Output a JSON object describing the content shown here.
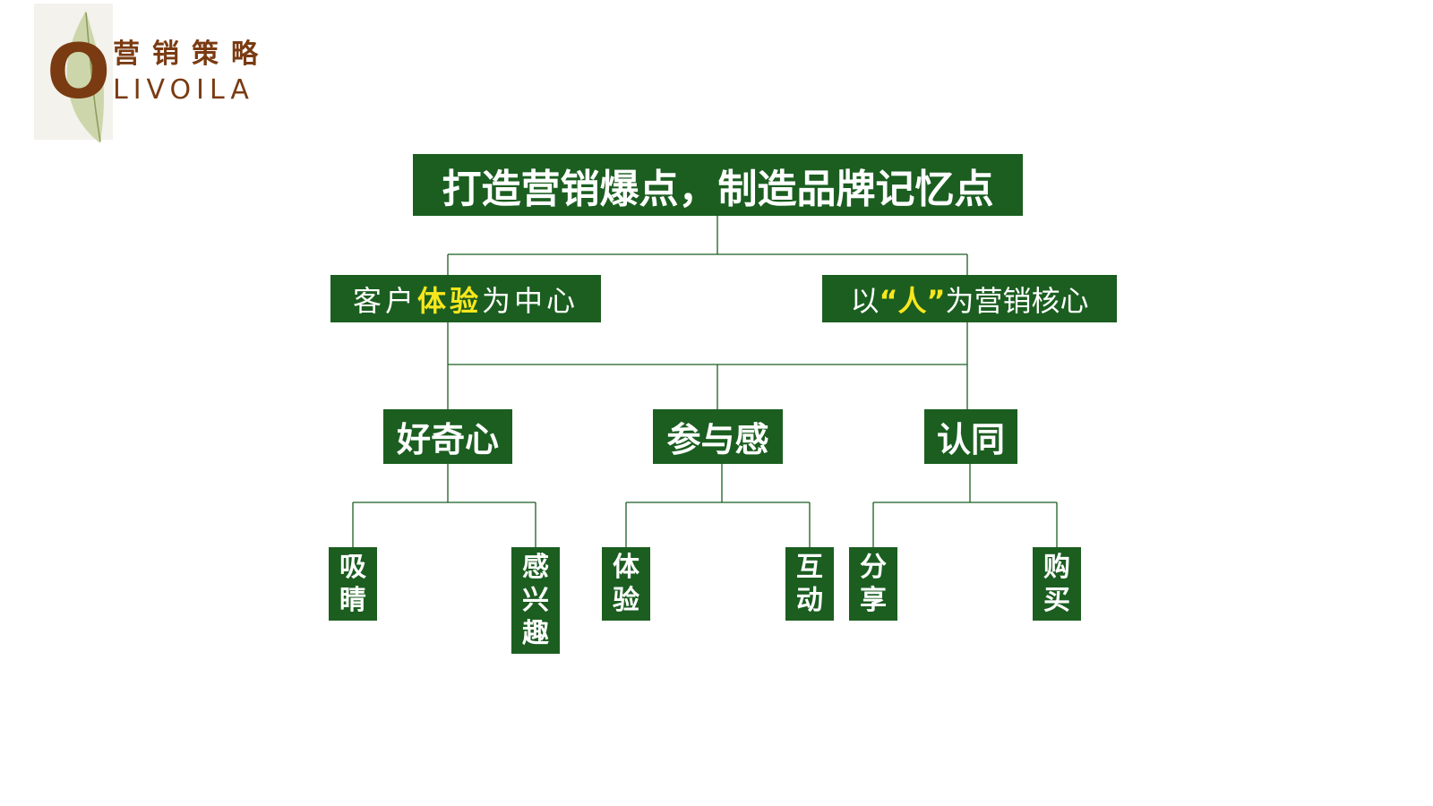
{
  "logo": {
    "letter": "O",
    "title_cn": "营销策略",
    "title_en": "LIVOILA"
  },
  "diagram": {
    "root": "打造营销爆点，制造品牌记忆点",
    "level1": {
      "left": {
        "pre": "客户",
        "highlight": "体验",
        "post": "为中心"
      },
      "right": {
        "pre": "以",
        "highlight": "“人”",
        "post": "为营销核心"
      }
    },
    "level2": [
      "好奇心",
      "参与感",
      "认同"
    ],
    "leaves": [
      [
        "吸",
        "睛"
      ],
      [
        "感",
        "兴",
        "趣"
      ],
      [
        "体",
        "验"
      ],
      [
        "互",
        "动"
      ],
      [
        "分",
        "享"
      ],
      [
        "购",
        "买"
      ]
    ]
  },
  "colors": {
    "box": "#1b5e20",
    "highlight": "#f8e71c",
    "brand": "#7a3b12"
  }
}
